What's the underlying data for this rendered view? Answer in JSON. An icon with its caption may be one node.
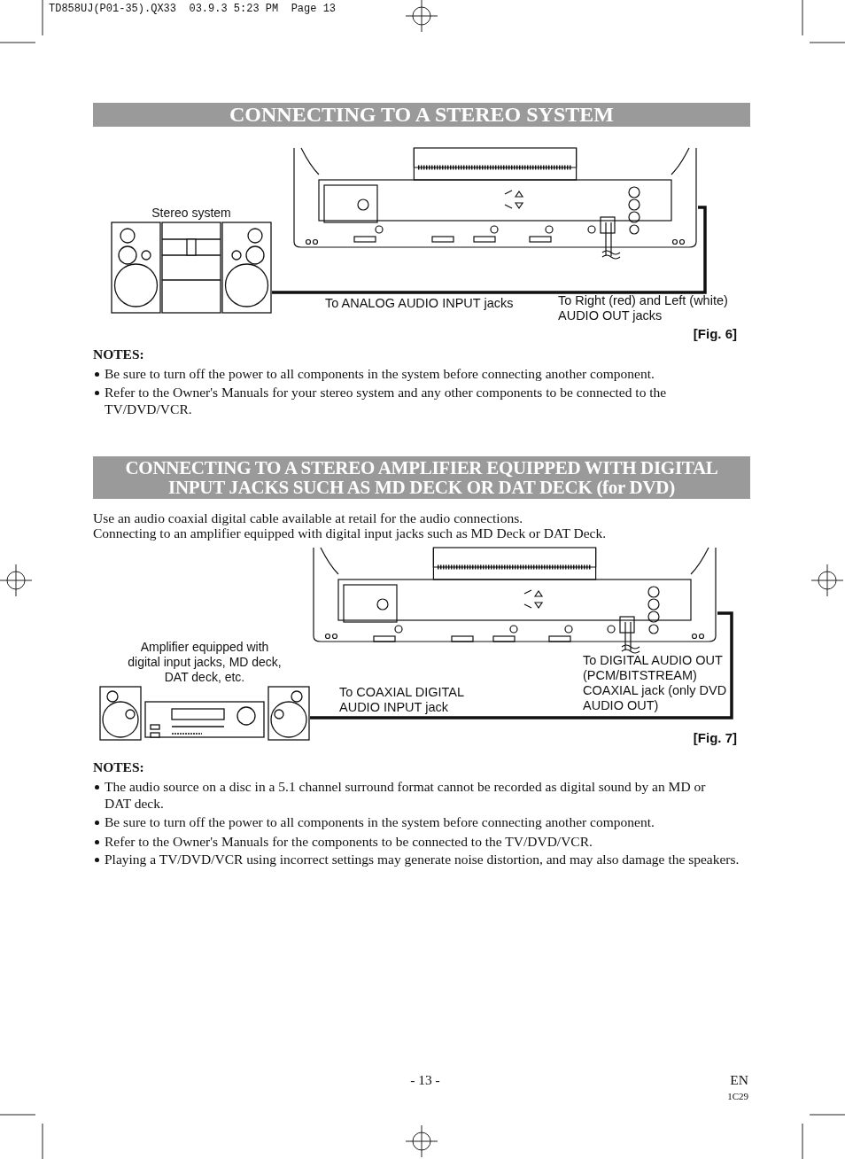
{
  "diagram": {
    "nodes": [
      {
        "text": [
          "Stereo system"
        ]
      },
      {
        "text": [],
        "shape": "picture",
        "beside": [
          "To Right (red) and Left (white) AUDIO OUT jacks"
        ]
      },
      {
        "text": [
          "Amplifier equipped with digital input jacks, MD deck, DAT deck, etc."
        ],
        "beside": [
          "To COAXIAL DIGITAL AUDIO INPUT jack"
        ]
      },
      {
        "text": [],
        "shape": "picture",
        "beside": [
          "To DIGITAL AUDIO OUT (PCM/BITSTREAM) COAXIAL jack (only DVD AUDIO OUT)"
        ]
      }
    ],
    "edges": [
      {
        "from": 0,
        "to": 1,
        "arrow": "none"
      },
      {
        "from": 2,
        "to": 3,
        "arrow": "none"
      }
    ],
    "labels": [
      "TD858UJ(P01-35).QX33  03.9.3 5:23 PM  Page 13",
      "CONNECTING TO A STEREO SYSTEM",
      "To ANALOG AUDIO INPUT jacks",
      "[Fig. 6]",
      "NOTES:",
      "Be sure to turn off the power to all components in the system before connecting another component.",
      "Refer to the Owner's Manuals for your stereo system and any other components to be connected to the TV/DVD/VCR.",
      "CONNECTING TO A STEREO AMPLIFIER EQUIPPED WITH DIGITAL INPUT JACKS SUCH AS MD DECK OR DAT DECK (for DVD)",
      "Use an audio coaxial digital cable available at retail for the audio connections.",
      "Connecting to an amplifier equipped with digital input jacks such as MD Deck or DAT Deck.",
      "[Fig. 7]",
      "NOTES:",
      "The audio source on a disc in a 5.1 channel surround format cannot be recorded as digital sound by an MD or DAT deck.",
      "Be sure to turn off the power to all components in the system before connecting another component.",
      "Refer to the Owner's Manuals for the components to be connected to the TV/DVD/VCR.",
      "Playing a TV/DVD/VCR using incorrect settings may generate noise distortion, and may also damage the speakers.",
      "- 13 -",
      "EN",
      "1C29"
    ]
  }
}
